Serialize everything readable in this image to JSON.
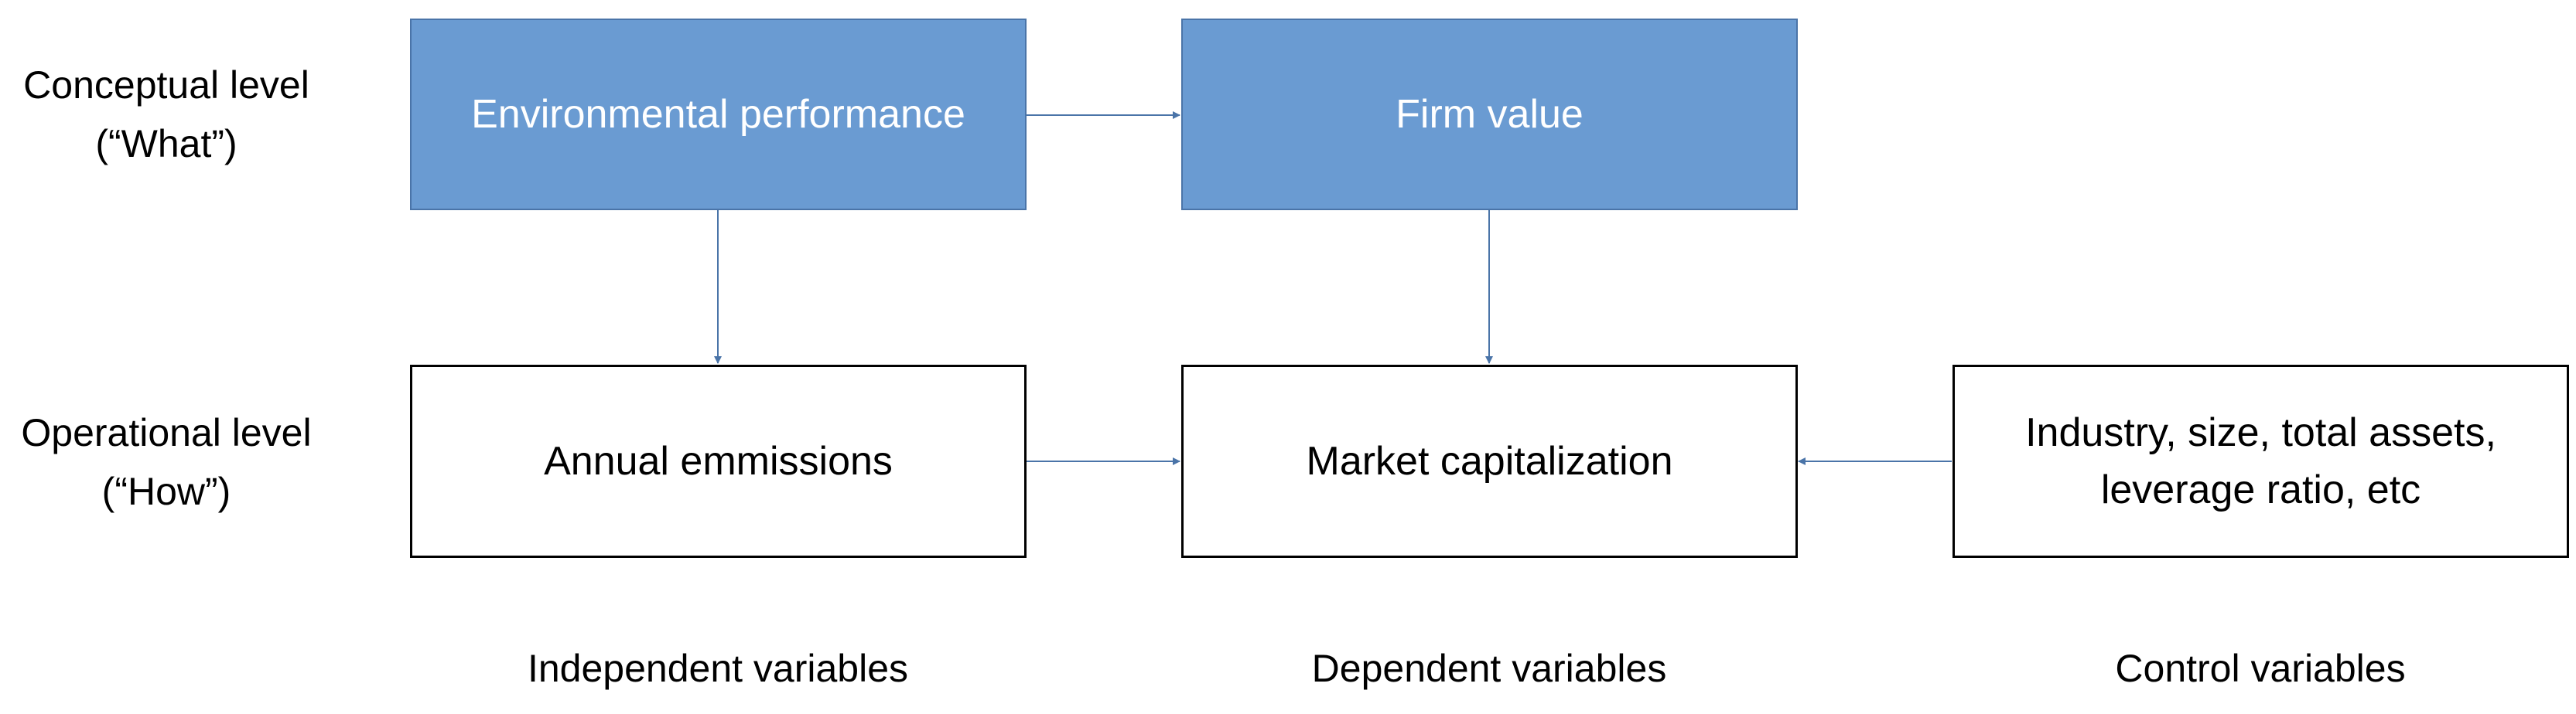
{
  "rows": {
    "conceptual": [
      "Conceptual level",
      "(“What”)"
    ],
    "operational": [
      "Operational level",
      "(“How”)"
    ]
  },
  "boxes": {
    "environmental_performance": "Environmental performance",
    "firm_value": "Firm value",
    "annual_emissions": "Annual emmissions",
    "market_capitalization": "Market capitalization",
    "controls": [
      "Industry, size, total assets,",
      "leverage ratio, etc"
    ]
  },
  "columns": {
    "independent": "Independent variables",
    "dependent": "Dependent variables",
    "control": "Control variables"
  },
  "colors": {
    "concept_fill": "#6a9bd2",
    "concept_border": "#4a74a8",
    "arrow": "#4a74a8"
  }
}
